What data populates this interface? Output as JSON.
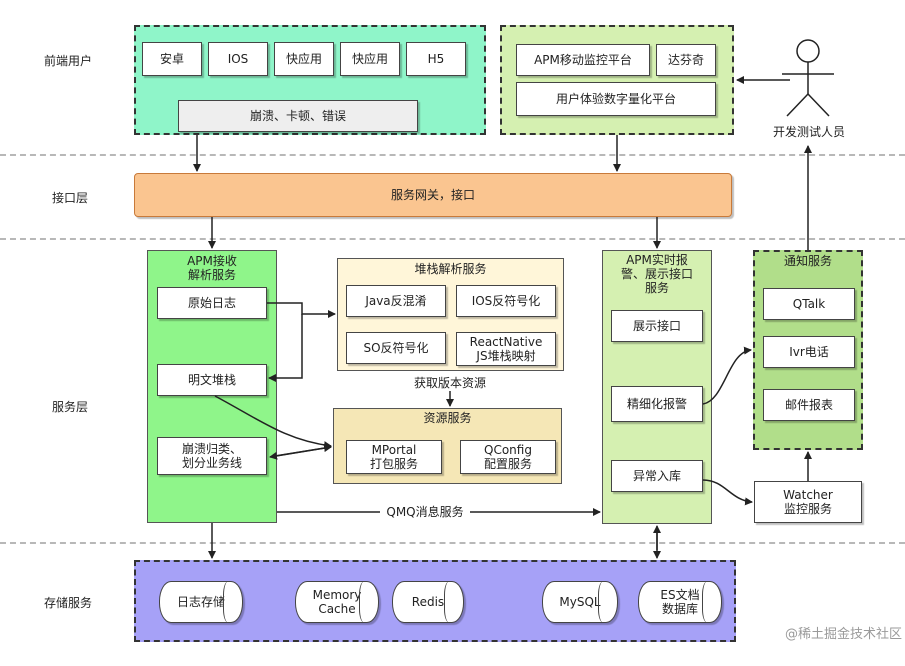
{
  "layers": {
    "frontend": "前端用户",
    "interface": "接口层",
    "service": "服务层",
    "storage": "存储服务"
  },
  "frontend": {
    "clients": [
      "安卓",
      "IOS",
      "快应用",
      "快应用",
      "H5"
    ],
    "issues": "崩溃、卡顿、错误"
  },
  "platforms": {
    "apm_monitor": "APM移动监控平台",
    "dafenqi": "达芬奇",
    "ux_platform": "用户体验数字量化平台"
  },
  "developer": {
    "label": "开发测试人员"
  },
  "gateway": {
    "label": "服务网关，接口"
  },
  "apm_receive": {
    "title": "APM接收\n解析服务",
    "items": [
      "原始日志",
      "明文堆栈",
      "崩溃归类、\n划分业务线"
    ]
  },
  "stack_service": {
    "title": "堆栈解析服务",
    "items": [
      "Java反混淆",
      "IOS反符号化",
      "SO反符号化",
      "ReactNative\nJS堆栈映射"
    ]
  },
  "fetch_version": "获取版本资源",
  "resource_service": {
    "title": "资源服务",
    "items": [
      "MPortal\n打包服务",
      "QConfig\n配置服务"
    ]
  },
  "apm_realtime": {
    "title": "APM实时报\n警、展示接口\n服务",
    "items": [
      "展示接口",
      "精细化报警",
      "异常入库"
    ]
  },
  "notify_service": {
    "title": "通知服务",
    "items": [
      "QTalk",
      "Ivr电话",
      "邮件报表"
    ]
  },
  "watcher": {
    "label": "Watcher\n监控服务"
  },
  "qmq": "QMQ消息服务",
  "storage": {
    "items": [
      "日志存储",
      "Memory\nCache",
      "Redis",
      "MySQL",
      "ES文档\n数据库"
    ]
  },
  "watermark": "@稀土掘金技术社区",
  "colors": {
    "frontend_bg": "#8ff5c9",
    "platform_bg": "#d5f0b1",
    "gateway_bg": "#fac590",
    "gateway_border": "#c87a3a",
    "apm_bg": "#8ff58a",
    "stack_bg": "#fff6d9",
    "resource_bg": "#f5e7b6",
    "realtime_bg": "#d5f0b1",
    "notify_bg": "#b1de8a",
    "storage_bg": "#a6a1f7"
  }
}
